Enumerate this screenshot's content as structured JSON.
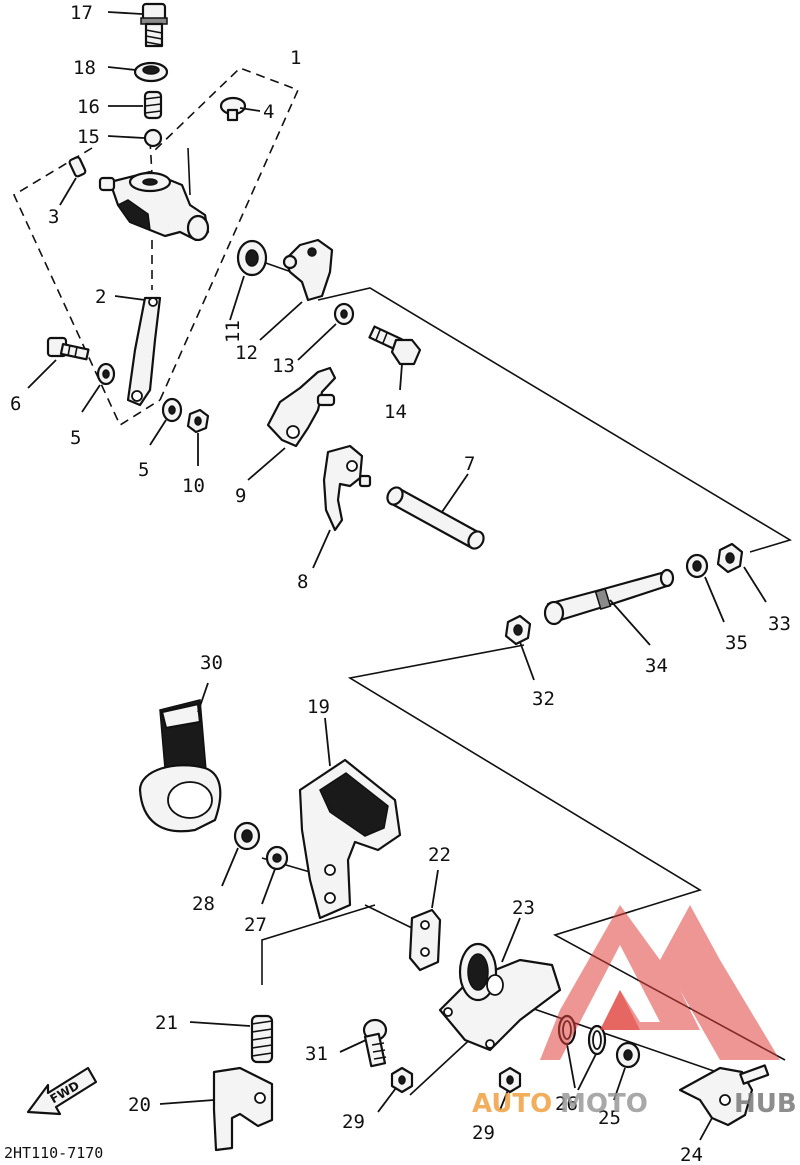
{
  "diagram": {
    "code": "2HT110-7170",
    "fwd_label": "FWD",
    "callouts": {
      "c1": "1",
      "c2": "2",
      "c3": "3",
      "c4": "4",
      "c5a": "5",
      "c5b": "5",
      "c6": "6",
      "c7": "7",
      "c8": "8",
      "c9": "9",
      "c10": "10",
      "c11": "11",
      "c12": "12",
      "c13": "13",
      "c14": "14",
      "c15": "15",
      "c16": "16",
      "c17": "17",
      "c18": "18",
      "c19": "19",
      "c20": "20",
      "c21": "21",
      "c22": "22",
      "c23": "23",
      "c24": "24",
      "c25": "25",
      "c26": "26",
      "c27": "27",
      "c28": "28",
      "c29a": "29",
      "c29b": "29",
      "c30": "30",
      "c31": "31",
      "c32": "32",
      "c33": "33",
      "c34": "34",
      "c35": "35"
    }
  },
  "watermark": {
    "text_a": "AUTO",
    "text_b": "MOTO",
    "text_c": "HUB",
    "color_red": "#e0403a",
    "color_orange": "#f0a040",
    "color_gray": "#9a9a9a"
  }
}
